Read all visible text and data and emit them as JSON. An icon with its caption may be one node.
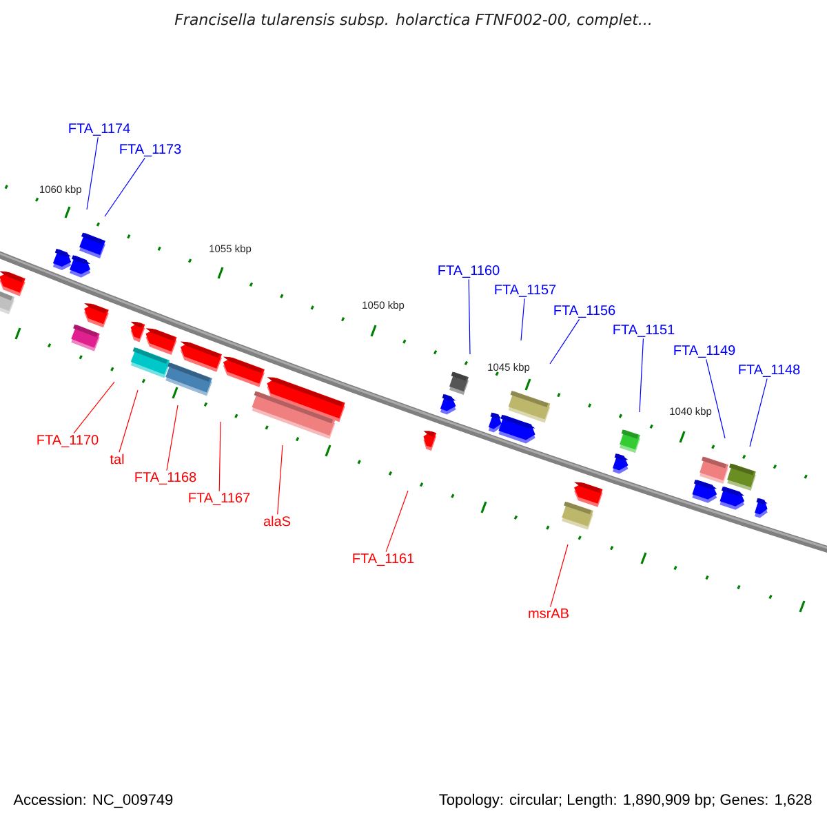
{
  "diagram": {
    "title": "Francisella tularensis subsp. holarctica FTNF002-00, complet...",
    "nodes": [
      {
        "text": [
          "FTA_1174"
        ]
      },
      {
        "text": [
          "FTA_1173"
        ]
      },
      {
        "text": [
          "FTA_1160"
        ]
      },
      {
        "text": [
          "FTA_1157"
        ]
      },
      {
        "text": [
          "FTA_1156"
        ]
      },
      {
        "text": [
          "FTA_1151"
        ]
      },
      {
        "text": [
          "FTA_1149"
        ]
      },
      {
        "text": [
          "FTA_1148"
        ]
      },
      {
        "text": [
          "FTA_1170"
        ]
      },
      {
        "text": [
          "tal"
        ]
      },
      {
        "text": [
          "FTA_1168"
        ]
      },
      {
        "text": [
          "FTA_1167"
        ]
      },
      {
        "text": [
          "alaS"
        ]
      },
      {
        "text": [
          "FTA_1161"
        ]
      },
      {
        "text": [
          "msrAB"
        ]
      }
    ],
    "edges": [
      {
        "from": 0,
        "to": null,
        "arrow": "none",
        "color": "#0000ff"
      },
      {
        "from": 1,
        "to": null,
        "arrow": "none",
        "color": "#0000ff"
      },
      {
        "from": 2,
        "to": null,
        "arrow": "none",
        "color": "#0000ff"
      },
      {
        "from": 3,
        "to": null,
        "arrow": "none",
        "color": "#0000ff"
      },
      {
        "from": 4,
        "to": null,
        "arrow": "none",
        "color": "#0000ff"
      },
      {
        "from": 5,
        "to": null,
        "arrow": "none",
        "color": "#0000ff"
      },
      {
        "from": 6,
        "to": null,
        "arrow": "none",
        "color": "#0000ff"
      },
      {
        "from": 7,
        "to": null,
        "arrow": "none",
        "color": "#0000ff"
      },
      {
        "from": 8,
        "to": null,
        "arrow": "none",
        "color": "#ff0000"
      },
      {
        "from": 9,
        "to": null,
        "arrow": "none",
        "color": "#ff0000"
      },
      {
        "from": 10,
        "to": null,
        "arrow": "none",
        "color": "#ff0000"
      },
      {
        "from": 11,
        "to": null,
        "arrow": "none",
        "color": "#ff0000"
      },
      {
        "from": 12,
        "to": null,
        "arrow": "none",
        "color": "#ff0000"
      },
      {
        "from": 13,
        "to": null,
        "arrow": "none",
        "color": "#ff0000"
      },
      {
        "from": 14,
        "to": null,
        "arrow": "none",
        "color": "#ff0000"
      }
    ],
    "labels": [
      "1060 kbp",
      "1055 kbp",
      "1050 kbp",
      "1045 kbp",
      "1040 kbp",
      "Accession: NC_009749",
      "Topology: circular; Length: 1,890,909 bp; Genes: 1,628"
    ]
  }
}
